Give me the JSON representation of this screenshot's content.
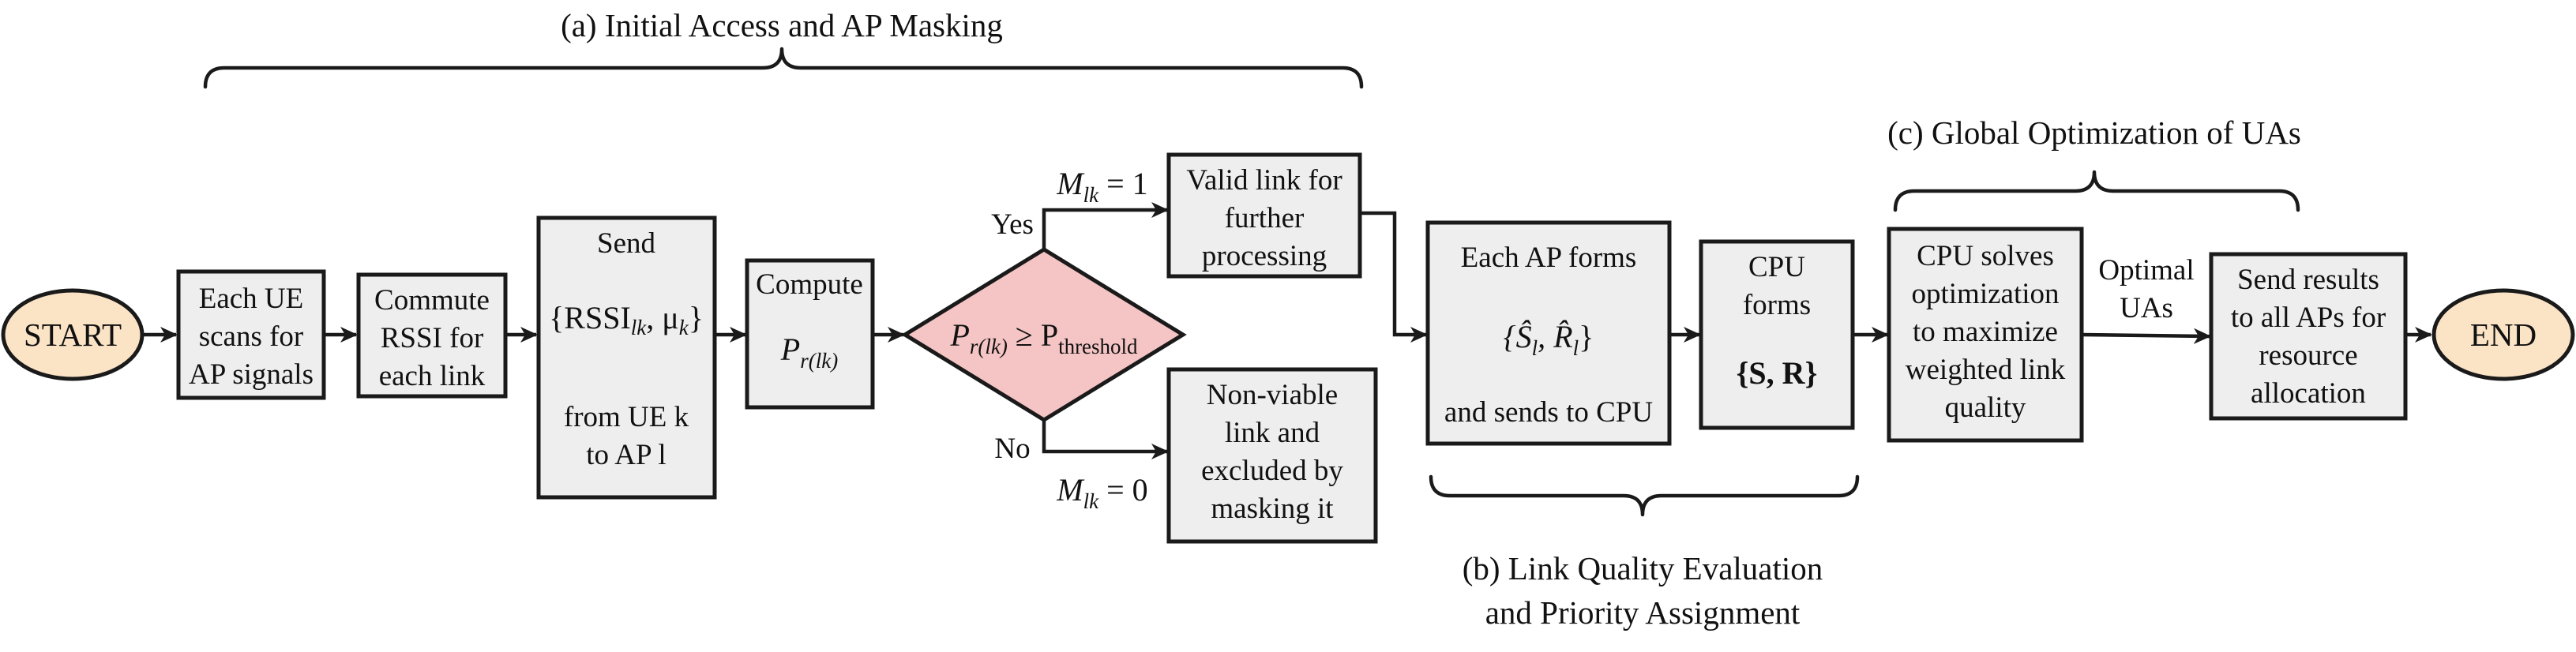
{
  "sections": {
    "a": "(a) Initial Access and AP Masking",
    "b_line1": "(b) Link Quality Evaluation",
    "b_line2": "and Priority Assignment",
    "c": "(c) Global Optimization of UAs"
  },
  "nodes": {
    "start": "START",
    "end": "END",
    "scan": [
      "Each UE",
      "scans for",
      "AP signals"
    ],
    "commute": [
      "Commute",
      "RSSI for",
      "each link"
    ],
    "send_top": "Send",
    "send_math": {
      "open": "{RSSI",
      "sub": "lk",
      "mid": ", μ",
      "sub2": "k",
      "close": "}"
    },
    "send_bottom": [
      "from UE k",
      "to AP l"
    ],
    "compute_label": "Compute",
    "compute_math": {
      "base": "P",
      "sub": "r(lk)"
    },
    "decision_math": {
      "left": "P",
      "left_sub": "r(lk)",
      "op": " ≥ P",
      "right_sub": "threshold"
    },
    "valid": [
      "Valid link for",
      "further",
      "processing"
    ],
    "nonviable": [
      "Non-viable",
      "link and",
      "excluded by",
      "masking it"
    ],
    "ap_forms_top": "Each AP forms",
    "ap_forms_math": "{Ŝ",
    "ap_forms_math_rest": {
      "s_sub": "l",
      "sep": ", R̂",
      "r_sub": "l",
      "close": "}"
    },
    "ap_forms_bottom": "and sends to CPU",
    "cpu_forms_top": [
      "CPU",
      "forms"
    ],
    "cpu_forms_math": "{S, R}",
    "cpu_solves": [
      "CPU solves",
      "optimization",
      "to maximize",
      "weighted link",
      "quality"
    ],
    "send_results": [
      "Send results",
      "to all APs for",
      "resource",
      "allocation"
    ]
  },
  "edges": {
    "yes": "Yes",
    "no": "No",
    "m_one": {
      "base": "M",
      "sub": "lk",
      "rest": " = 1"
    },
    "m_zero": {
      "base": "M",
      "sub": "lk",
      "rest": " = 0"
    },
    "optimal": [
      "Optimal",
      "UAs"
    ]
  }
}
